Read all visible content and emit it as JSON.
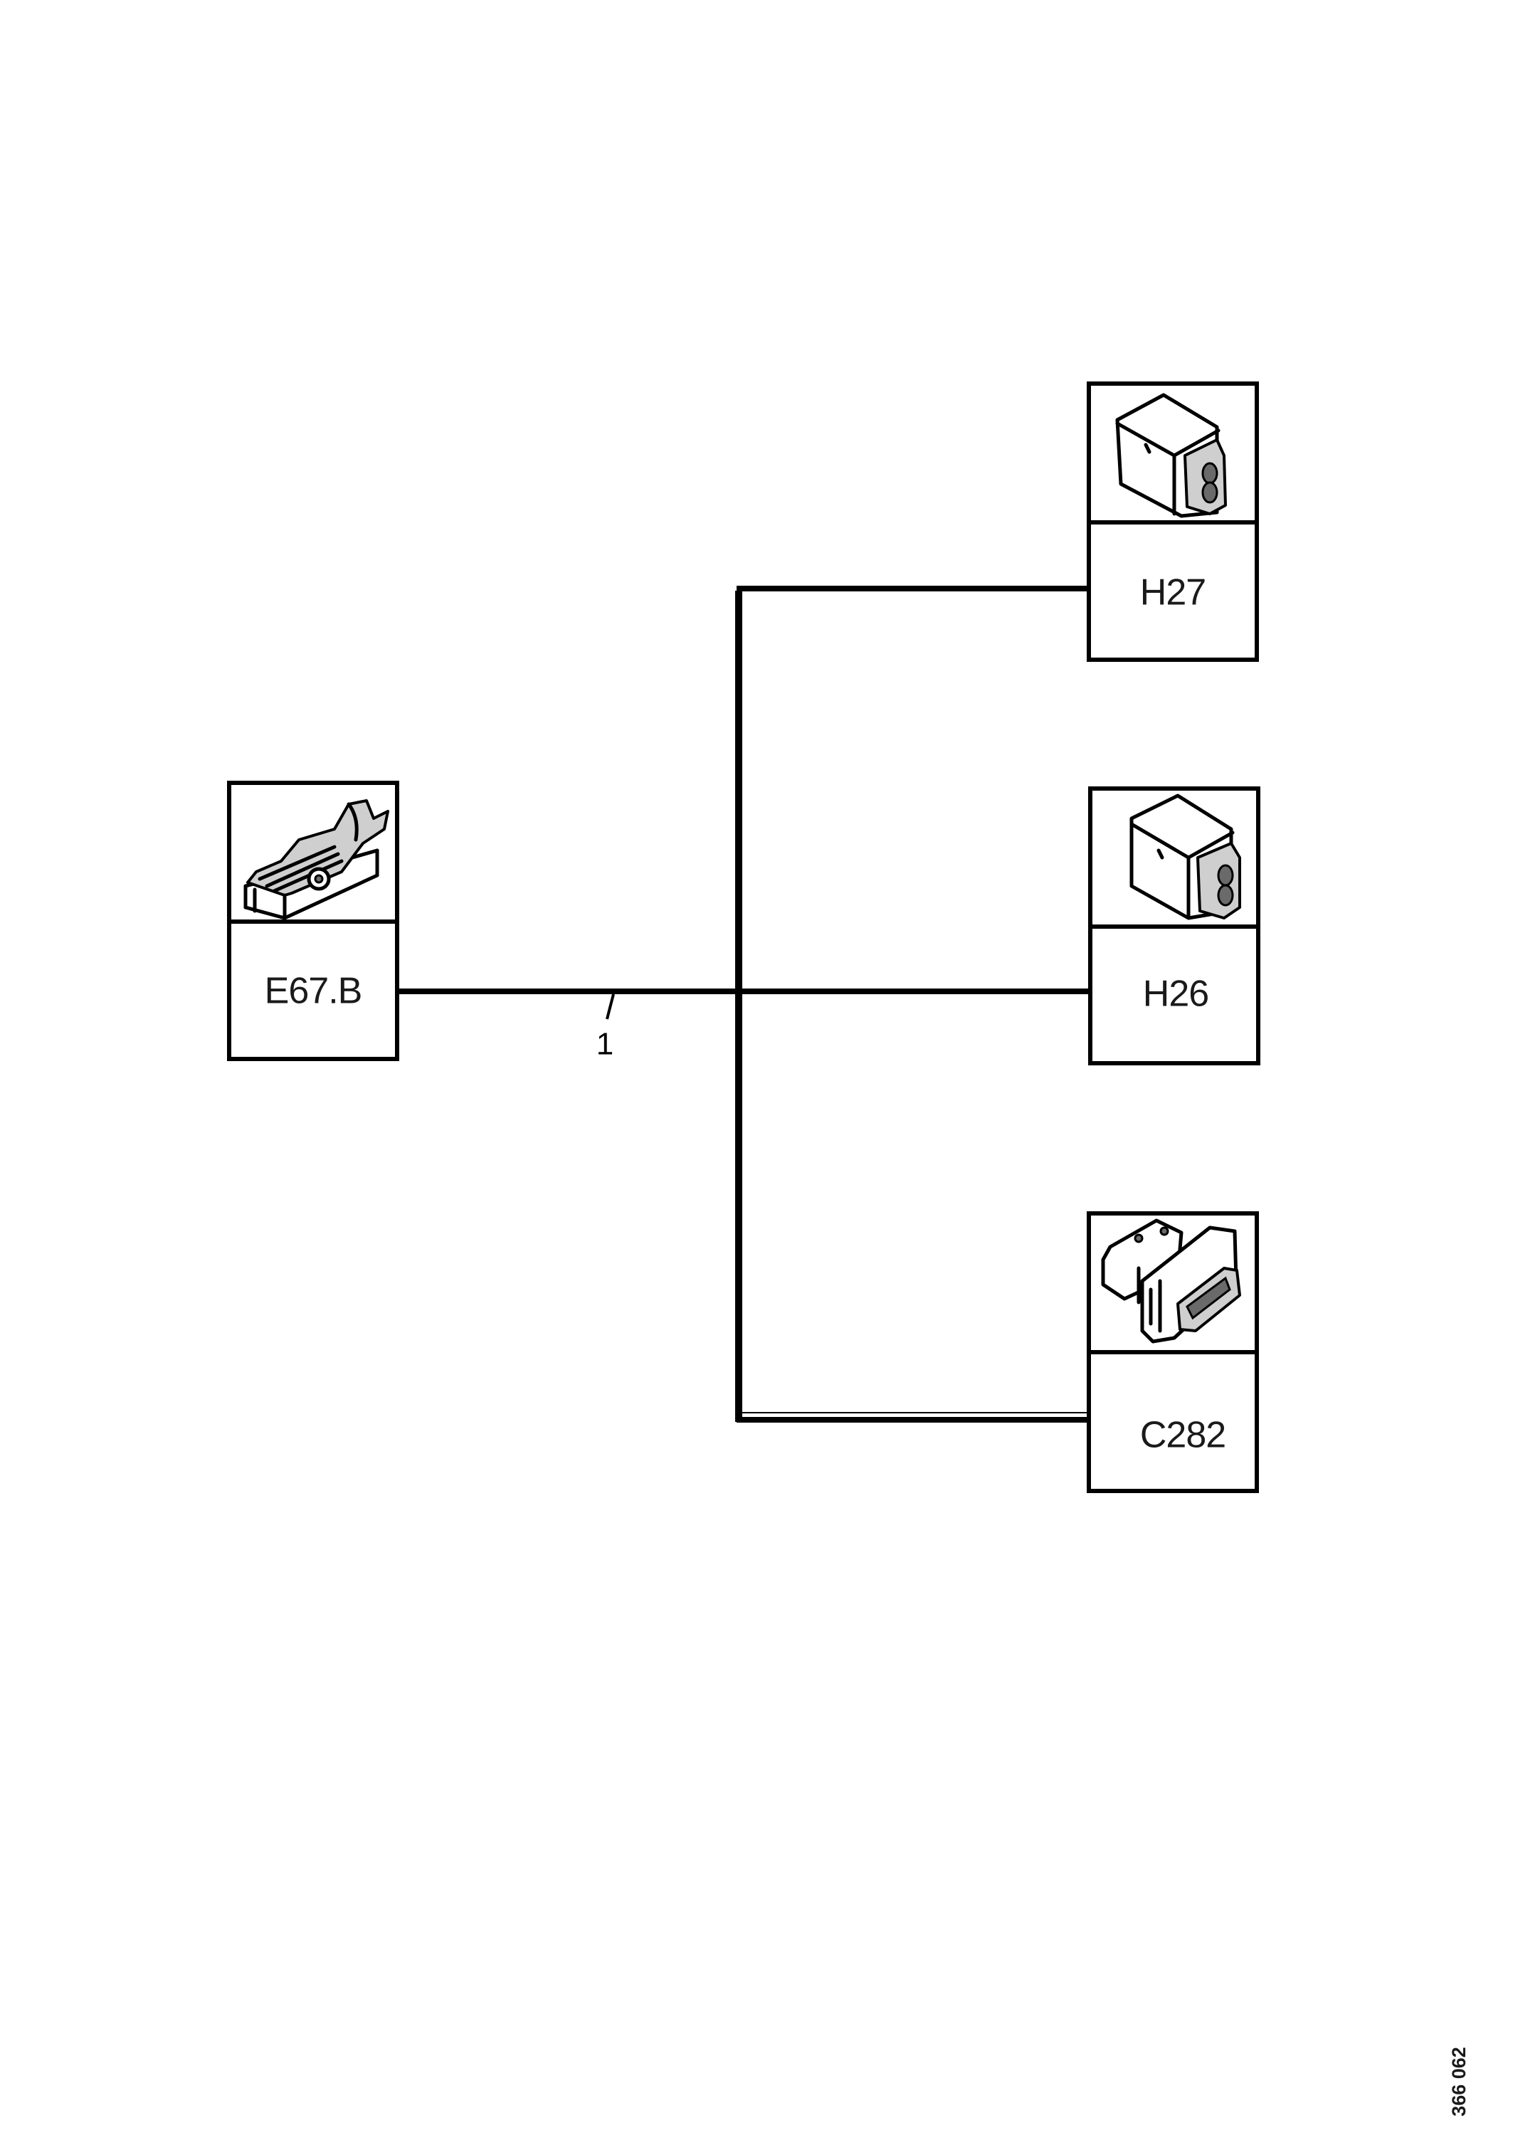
{
  "diagram": {
    "type": "wiring-harness-diagram",
    "reference_number": "366 062",
    "wire": {
      "label": "1",
      "color": "#000000"
    },
    "connectors": [
      {
        "id": "E67.B",
        "label": "E67.B",
        "icon": "multi-pin-harness-connector-icon",
        "side": "left"
      },
      {
        "id": "H27",
        "label": "H27",
        "icon": "two-pin-connector-icon",
        "side": "right"
      },
      {
        "id": "H26",
        "label": "H26",
        "icon": "two-pin-connector-icon",
        "side": "right"
      },
      {
        "id": "C282",
        "label": "C282",
        "icon": "multi-pin-sealed-connector-icon",
        "side": "right"
      }
    ],
    "connections": [
      {
        "from": "E67.B",
        "to": "H27",
        "wire": "1"
      },
      {
        "from": "E67.B",
        "to": "H26",
        "wire": "1"
      },
      {
        "from": "E67.B",
        "to": "C282",
        "wire": "1"
      }
    ]
  }
}
